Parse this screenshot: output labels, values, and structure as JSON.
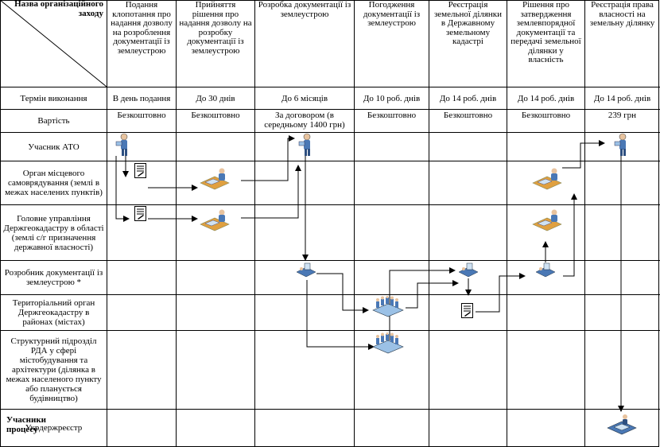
{
  "corner": {
    "top": "Назва організаційного заходу",
    "bottom": "Учасники процесу"
  },
  "steps": [
    {
      "title": "Подання клопотання про надання дозволу на розроблення документації із землеустрою",
      "term": "В день подання",
      "cost": "Безкоштовно"
    },
    {
      "title": "Прийняття рішення про надання дозволу на розробку документації із землеустрою",
      "term": "До 30 днів",
      "cost": "Безкоштовно"
    },
    {
      "title": "Розробка документації із землеустрою",
      "term": "До 6 місяців",
      "cost": "За договором (в середньому 1400 грн)"
    },
    {
      "title": "Погодження документації із землеустрою",
      "term": "До 10 роб. днів",
      "cost": "Безкоштовно"
    },
    {
      "title": "Реєстрація земельної ділянки в Державному земельному кадастрі",
      "term": "До 14 роб. днів",
      "cost": "Безкоштовно"
    },
    {
      "title": "Рішення про затвердження землевпорядної документації та передачі земельної ділянки у власність",
      "term": "До 14 роб. днів",
      "cost": "Безкоштовно"
    },
    {
      "title": "Реєстрація права власності на земельну ділянку",
      "term": "До 14 роб. днів",
      "cost": "239 грн"
    }
  ],
  "rows": {
    "term_label": "Термін виконання",
    "cost_label": "Вартість",
    "participants": [
      "Учасник АТО",
      "Орган місцевого самоврядування (землі в межах населених пунктів)",
      "Головне управління Держгеокадастру в області (землі с/г призначення державної власності)",
      "Розробник документації із землеустрою *",
      "Територіальний орган Держгеокадастру в районах (містах)",
      "Структурний підрозділ РДА у сфері містобудування та архітектури (ділянка в межах населеного пункту або планується будівництво)",
      "Укрдержреєстр"
    ]
  },
  "icons": {
    "person": "person-icon",
    "document": "document-icon",
    "official": "official-at-desk-icon",
    "workstation": "workstation-icon",
    "meeting": "meeting-table-icon",
    "registry": "registry-server-icon"
  },
  "colors": {
    "shade": "#d9d9d9",
    "line": "#000000",
    "icon_blue": "#4a78b5",
    "icon_orange": "#e0a040"
  }
}
